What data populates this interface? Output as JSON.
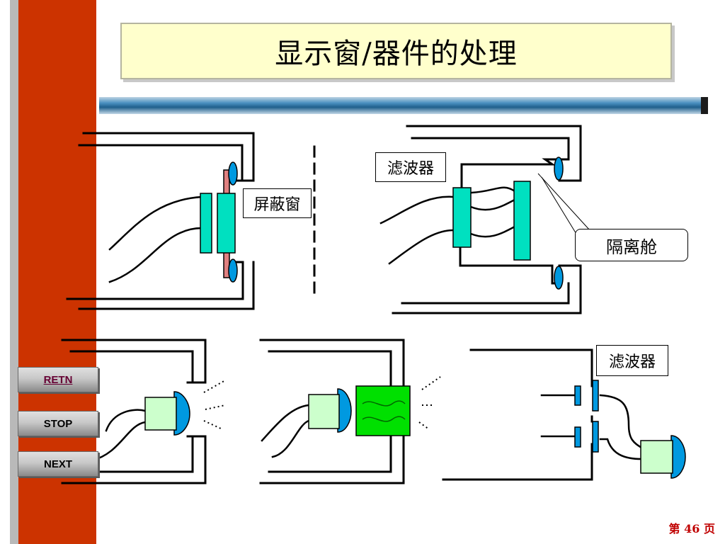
{
  "title": "显示窗/器件的处理",
  "labels": {
    "shield_window": "屏蔽窗",
    "filter_top": "滤波器",
    "isolation_cabin": "隔离舱",
    "filter_bottom": "滤波器"
  },
  "nav": {
    "retn": "RETN",
    "stop": "STOP",
    "next": "NEXT"
  },
  "page": {
    "prefix": "第",
    "number": "46",
    "suffix": "页"
  },
  "colors": {
    "sidebar": "#cc3300",
    "title_bg": "#ffffcc",
    "cyan_component": "#00e0c0",
    "blue_gasket": "#0099e0",
    "pink_shield": "#e08080",
    "light_green_module": "#ccffcc",
    "green_filter": "#00e000",
    "page_number": "#c00000"
  }
}
